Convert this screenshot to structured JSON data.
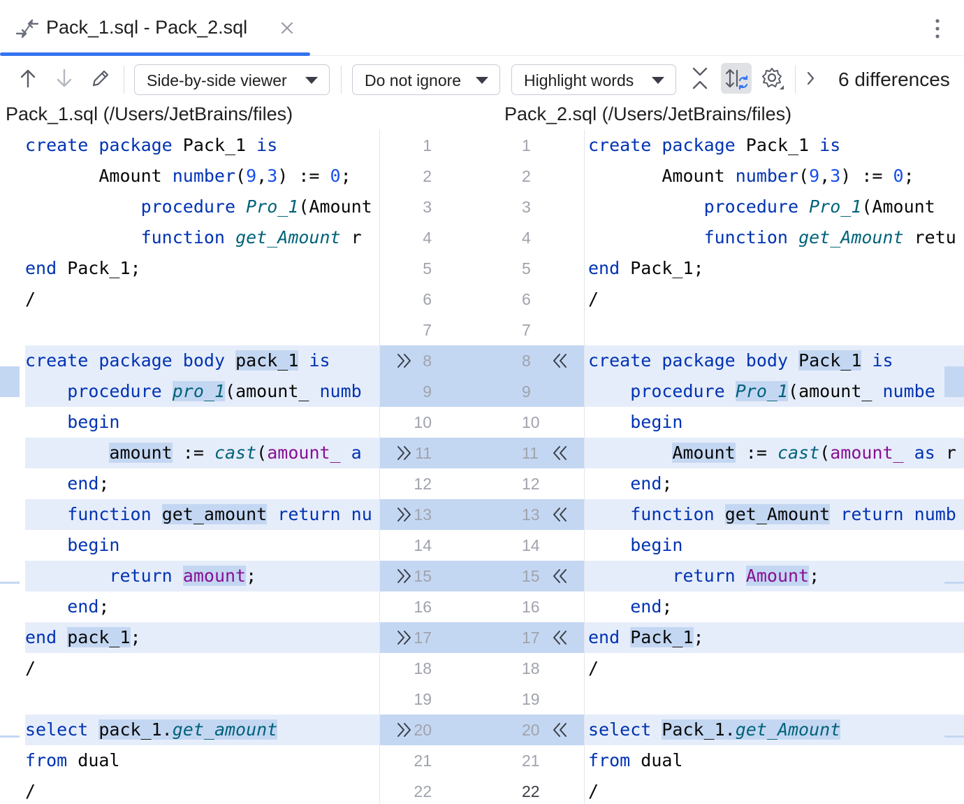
{
  "tab": {
    "title": "Pack_1.sql - Pack_2.sql"
  },
  "toolbar": {
    "viewer_label": "Side-by-side viewer",
    "ignore_label": "Do not ignore",
    "highlight_label": "Highlight words",
    "diff_count": "6 differences"
  },
  "files": {
    "left": "Pack_1.sql (/Users/JetBrains/files)",
    "right": "Pack_2.sql (/Users/JetBrains/files)"
  },
  "colors": {
    "accent": "#3574f0",
    "changed_line_bg": "#e6edfa",
    "changed_word_bg": "#c4d7f2",
    "keyword": "#0033b3",
    "function": "#00627a",
    "number": "#1750eb",
    "variable": "#871094"
  },
  "diff": {
    "left_lines": [
      [
        [
          "kw",
          "create"
        ],
        [
          "id",
          " "
        ],
        [
          "kw",
          "package"
        ],
        [
          "id",
          " Pack_1 "
        ],
        [
          "kw",
          "is"
        ]
      ],
      [
        [
          "id",
          "       Amount "
        ],
        [
          "kw",
          "number"
        ],
        [
          "id",
          "("
        ],
        [
          "num",
          "9"
        ],
        [
          "id",
          ","
        ],
        [
          "num",
          "3"
        ],
        [
          "id",
          ") := "
        ],
        [
          "num",
          "0"
        ],
        [
          "id",
          ";"
        ]
      ],
      [
        [
          "id",
          "           "
        ],
        [
          "kw",
          "procedure"
        ],
        [
          "id",
          " "
        ],
        [
          "fn",
          "Pro_1"
        ],
        [
          "id",
          "(Amount"
        ]
      ],
      [
        [
          "id",
          "           "
        ],
        [
          "kw",
          "function"
        ],
        [
          "id",
          " "
        ],
        [
          "fn",
          "get_Amount"
        ],
        [
          "id",
          " r"
        ]
      ],
      [
        [
          "kw",
          "end"
        ],
        [
          "id",
          " Pack_1;"
        ]
      ],
      [
        [
          "id",
          "/"
        ]
      ],
      [],
      [
        [
          "kw",
          "create"
        ],
        [
          "id",
          " "
        ],
        [
          "kw",
          "package"
        ],
        [
          "id",
          " "
        ],
        [
          "kw",
          "body"
        ],
        [
          "id",
          " "
        ],
        [
          "id",
          "pack_1",
          "w"
        ],
        [
          "id",
          " "
        ],
        [
          "kw",
          "is"
        ]
      ],
      [
        [
          "id",
          "    "
        ],
        [
          "kw",
          "procedure"
        ],
        [
          "id",
          " "
        ],
        [
          "fn",
          "pro_1",
          "w"
        ],
        [
          "id",
          "(amount_ "
        ],
        [
          "kw",
          "numb"
        ]
      ],
      [
        [
          "id",
          "    "
        ],
        [
          "kw",
          "begin"
        ]
      ],
      [
        [
          "id",
          "        "
        ],
        [
          "id",
          "amount",
          "w"
        ],
        [
          "id",
          " := "
        ],
        [
          "fn",
          "cast"
        ],
        [
          "id",
          "("
        ],
        [
          "var",
          "amount_"
        ],
        [
          "id",
          " "
        ],
        [
          "kw",
          "a"
        ]
      ],
      [
        [
          "id",
          "    "
        ],
        [
          "kw",
          "end"
        ],
        [
          "id",
          ";"
        ]
      ],
      [
        [
          "id",
          "    "
        ],
        [
          "kw",
          "function"
        ],
        [
          "id",
          " "
        ],
        [
          "id",
          "get_amount",
          "w"
        ],
        [
          "id",
          " "
        ],
        [
          "kw",
          "return"
        ],
        [
          "id",
          " "
        ],
        [
          "kw",
          "nu"
        ]
      ],
      [
        [
          "id",
          "    "
        ],
        [
          "kw",
          "begin"
        ]
      ],
      [
        [
          "id",
          "        "
        ],
        [
          "kw",
          "return"
        ],
        [
          "id",
          " "
        ],
        [
          "var",
          "amount",
          "w"
        ],
        [
          "id",
          ";"
        ]
      ],
      [
        [
          "id",
          "    "
        ],
        [
          "kw",
          "end"
        ],
        [
          "id",
          ";"
        ]
      ],
      [
        [
          "kw",
          "end"
        ],
        [
          "id",
          " "
        ],
        [
          "id",
          "pack_1",
          "w"
        ],
        [
          "id",
          ";"
        ]
      ],
      [
        [
          "id",
          "/"
        ]
      ],
      [],
      [
        [
          "kw",
          "select"
        ],
        [
          "id",
          " "
        ],
        [
          "id",
          "pack_1.",
          "w"
        ],
        [
          "fn",
          "get_amount",
          "w"
        ]
      ],
      [
        [
          "kw",
          "from"
        ],
        [
          "id",
          " dual"
        ]
      ],
      [
        [
          "id",
          "/"
        ]
      ]
    ],
    "right_lines": [
      [
        [
          "kw",
          "create"
        ],
        [
          "id",
          " "
        ],
        [
          "kw",
          "package"
        ],
        [
          "id",
          " Pack_1 "
        ],
        [
          "kw",
          "is"
        ]
      ],
      [
        [
          "id",
          "       Amount "
        ],
        [
          "kw",
          "number"
        ],
        [
          "id",
          "("
        ],
        [
          "num",
          "9"
        ],
        [
          "id",
          ","
        ],
        [
          "num",
          "3"
        ],
        [
          "id",
          ") := "
        ],
        [
          "num",
          "0"
        ],
        [
          "id",
          ";"
        ]
      ],
      [
        [
          "id",
          "           "
        ],
        [
          "kw",
          "procedure"
        ],
        [
          "id",
          " "
        ],
        [
          "fn",
          "Pro_1"
        ],
        [
          "id",
          "(Amount"
        ]
      ],
      [
        [
          "id",
          "           "
        ],
        [
          "kw",
          "function"
        ],
        [
          "id",
          " "
        ],
        [
          "fn",
          "get_Amount"
        ],
        [
          "id",
          " retu"
        ]
      ],
      [
        [
          "kw",
          "end"
        ],
        [
          "id",
          " Pack_1;"
        ]
      ],
      [
        [
          "id",
          "/"
        ]
      ],
      [],
      [
        [
          "kw",
          "create"
        ],
        [
          "id",
          " "
        ],
        [
          "kw",
          "package"
        ],
        [
          "id",
          " "
        ],
        [
          "kw",
          "body"
        ],
        [
          "id",
          " "
        ],
        [
          "id",
          "Pack_1",
          "w"
        ],
        [
          "id",
          " "
        ],
        [
          "kw",
          "is"
        ]
      ],
      [
        [
          "id",
          "    "
        ],
        [
          "kw",
          "procedure"
        ],
        [
          "id",
          " "
        ],
        [
          "fn",
          "Pro_1",
          "w"
        ],
        [
          "id",
          "(amount_ "
        ],
        [
          "kw",
          "numbe"
        ]
      ],
      [
        [
          "id",
          "    "
        ],
        [
          "kw",
          "begin"
        ]
      ],
      [
        [
          "id",
          "        "
        ],
        [
          "id",
          "Amount",
          "w"
        ],
        [
          "id",
          " := "
        ],
        [
          "fn",
          "cast"
        ],
        [
          "id",
          "("
        ],
        [
          "var",
          "amount_"
        ],
        [
          "id",
          " "
        ],
        [
          "kw",
          "as"
        ],
        [
          "id",
          " r"
        ]
      ],
      [
        [
          "id",
          "    "
        ],
        [
          "kw",
          "end"
        ],
        [
          "id",
          ";"
        ]
      ],
      [
        [
          "id",
          "    "
        ],
        [
          "kw",
          "function"
        ],
        [
          "id",
          " "
        ],
        [
          "id",
          "get_Amount",
          "w"
        ],
        [
          "id",
          " "
        ],
        [
          "kw",
          "return"
        ],
        [
          "id",
          " "
        ],
        [
          "kw",
          "numb"
        ]
      ],
      [
        [
          "id",
          "    "
        ],
        [
          "kw",
          "begin"
        ]
      ],
      [
        [
          "id",
          "        "
        ],
        [
          "kw",
          "return"
        ],
        [
          "id",
          " "
        ],
        [
          "var",
          "Amount",
          "w"
        ],
        [
          "id",
          ";"
        ]
      ],
      [
        [
          "id",
          "    "
        ],
        [
          "kw",
          "end"
        ],
        [
          "id",
          ";"
        ]
      ],
      [
        [
          "kw",
          "end"
        ],
        [
          "id",
          " "
        ],
        [
          "id",
          "Pack_1",
          "w"
        ],
        [
          "id",
          ";"
        ]
      ],
      [
        [
          "id",
          "/"
        ]
      ],
      [],
      [
        [
          "kw",
          "select"
        ],
        [
          "id",
          " "
        ],
        [
          "id",
          "Pack_1.",
          "w"
        ],
        [
          "fn",
          "get_Amount",
          "w"
        ]
      ],
      [
        [
          "kw",
          "from"
        ],
        [
          "id",
          " dual"
        ]
      ],
      [
        [
          "id",
          "/"
        ]
      ]
    ],
    "line_numbers": [
      "1",
      "2",
      "3",
      "4",
      "5",
      "6",
      "7",
      "8",
      "9",
      "10",
      "11",
      "12",
      "13",
      "14",
      "15",
      "16",
      "17",
      "18",
      "19",
      "20",
      "21",
      "22"
    ],
    "changed_lines": [
      8,
      9,
      11,
      13,
      15,
      17,
      20
    ],
    "apply_arrow_lines": [
      8,
      11,
      13,
      15,
      17,
      20
    ],
    "current_line": 22
  }
}
